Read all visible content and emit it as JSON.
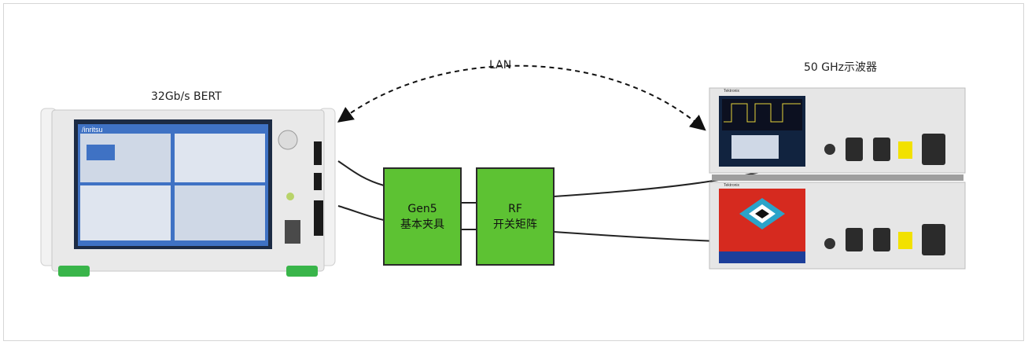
{
  "labels": {
    "lan": "LAN",
    "bert": "32Gb/s BERT",
    "scope": "50 GHz示波器"
  },
  "boxes": {
    "gen5": {
      "line1": "Gen5",
      "line2": "基本夹具"
    },
    "rf": {
      "line1": "RF",
      "line2": "开关矩阵"
    }
  },
  "device_brands": {
    "bert": "/inritsu",
    "scope_top": "Tektronix",
    "scope_bottom": "Tektronix"
  },
  "colors": {
    "box_fill": "#5dc233",
    "frame_border": "#d6d6d6",
    "bert_screen": "#2f63b5",
    "instrument_body": "#e6e6e6",
    "heatmap_red": "#d62a1f"
  }
}
